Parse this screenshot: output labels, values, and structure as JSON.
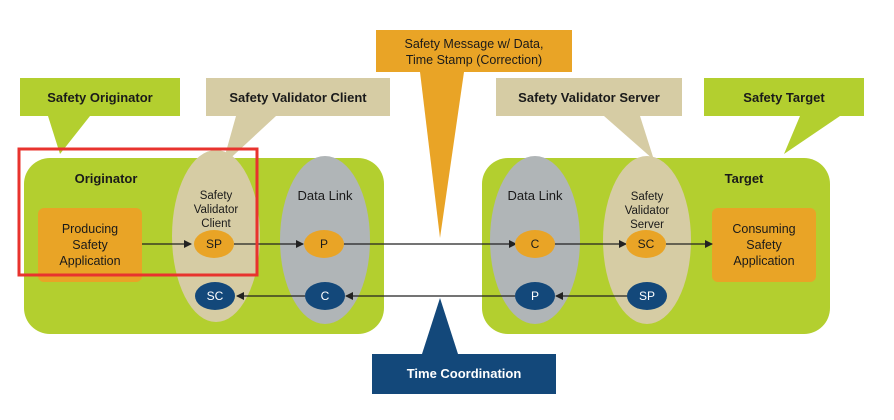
{
  "callouts": {
    "safety_originator": "Safety Originator",
    "safety_validator_client": "Safety Validator Client",
    "safety_validator_server": "Safety Validator Server",
    "safety_target": "Safety Target",
    "safety_message_line1": "Safety Message w/ Data,",
    "safety_message_line2": "Time Stamp (Correction)",
    "time_coordination": "Time Coordination"
  },
  "originator": {
    "title": "Originator",
    "producing_app": [
      "Producing",
      "Safety",
      "Application"
    ],
    "validator_client": [
      "Safety",
      "Validator",
      "Client"
    ],
    "data_link": "Data Link",
    "nodes": {
      "sp": "SP",
      "sc": "SC",
      "p": "P",
      "c": "C"
    }
  },
  "target": {
    "title": "Target",
    "consuming_app": [
      "Consuming",
      "Safety",
      "Application"
    ],
    "validator_server": [
      "Safety",
      "Validator",
      "Server"
    ],
    "data_link": "Data Link",
    "nodes": {
      "c": "C",
      "p": "P",
      "sc": "SC",
      "sp": "SP"
    }
  },
  "colors": {
    "green": "#b3cf2f",
    "tan": "#d6cca4",
    "gray": "#b0b5b7",
    "orange": "#e9a426",
    "navy": "#13487a",
    "highlight": "#e8332e"
  }
}
